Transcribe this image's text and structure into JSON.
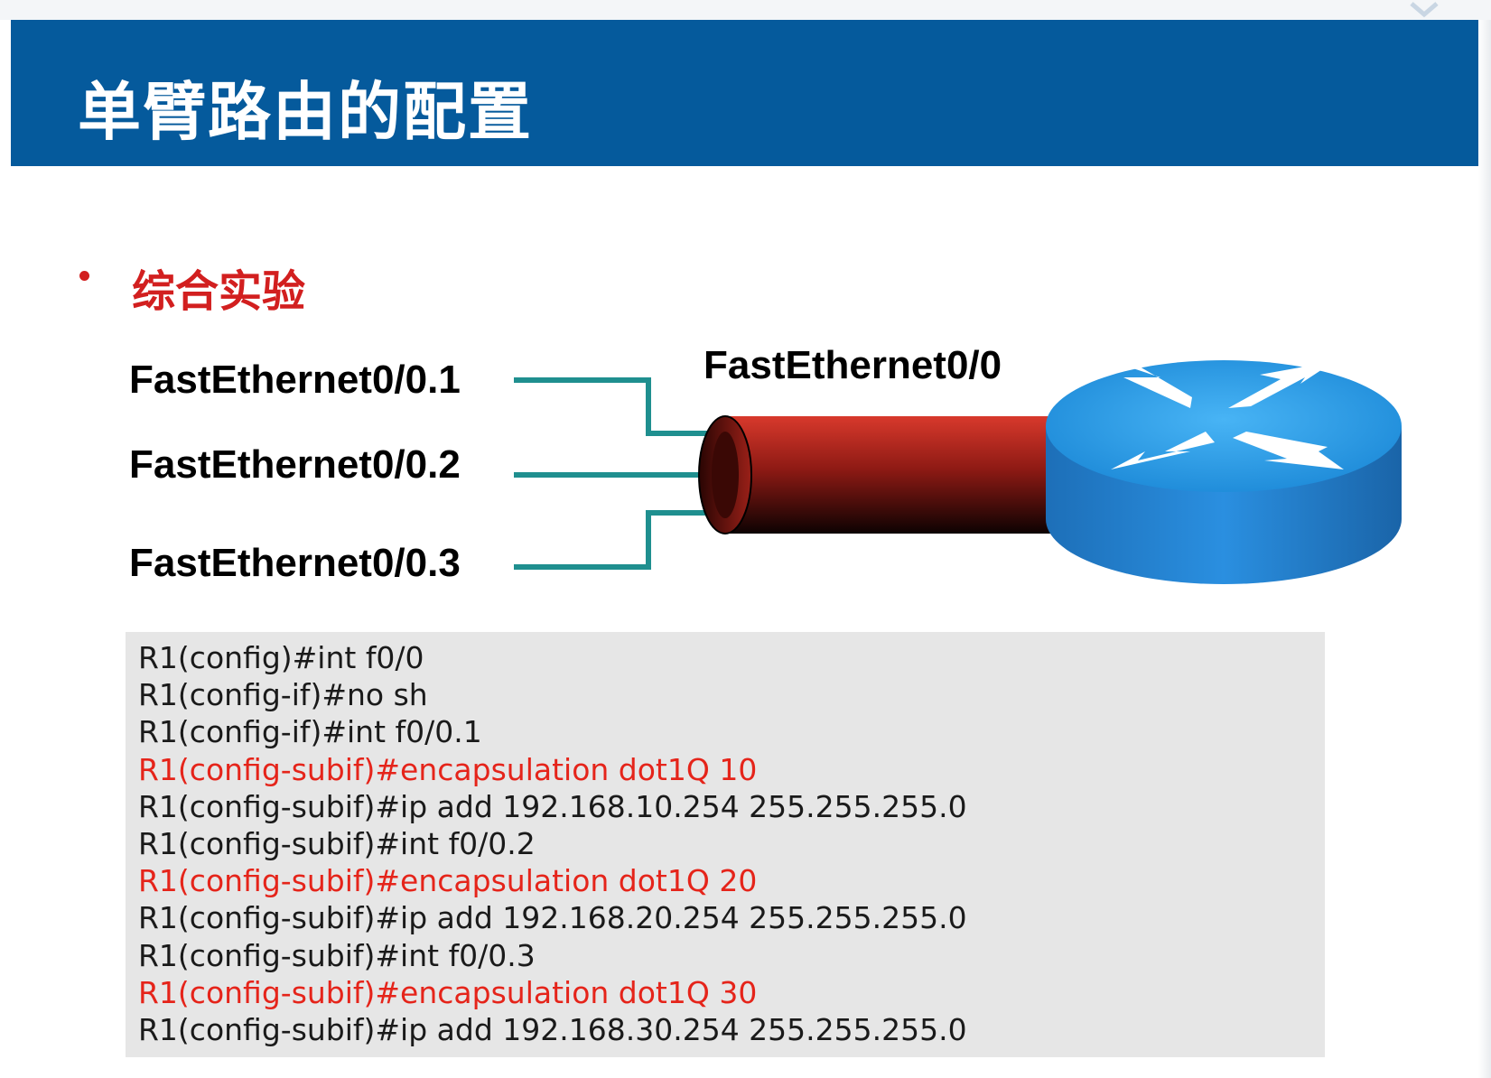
{
  "slide": {
    "title": "单臂路由的配置",
    "bullet": "综合实验"
  },
  "diagram": {
    "sub_interfaces": [
      {
        "label": "FastEthernet0/0.1"
      },
      {
        "label": "FastEthernet0/0.2"
      },
      {
        "label": "FastEthernet0/0.3"
      }
    ],
    "main_interface": "FastEthernet0/0",
    "device": "router-icon",
    "colors": {
      "link_line": "#1f8f8f",
      "trunk_cable": "#b3241c",
      "router_body": "#1e88d6",
      "header_bg": "#055a9c",
      "highlight_text": "#e5241a"
    }
  },
  "config": {
    "lines": [
      {
        "text": "R1(config)#int f0/0",
        "highlight": false
      },
      {
        "text": "R1(config-if)#no sh",
        "highlight": false
      },
      {
        "text": "R1(config-if)#int f0/0.1",
        "highlight": false
      },
      {
        "text": "R1(config-subif)#encapsulation dot1Q 10",
        "highlight": true
      },
      {
        "text": "R1(config-subif)#ip add 192.168.10.254 255.255.255.0",
        "highlight": false
      },
      {
        "text": "R1(config-subif)#int f0/0.2",
        "highlight": false
      },
      {
        "text": "R1(config-subif)#encapsulation dot1Q 20",
        "highlight": true
      },
      {
        "text": "R1(config-subif)#ip add 192.168.20.254 255.255.255.0",
        "highlight": false
      },
      {
        "text": "R1(config-subif)#int f0/0.3",
        "highlight": false
      },
      {
        "text": "R1(config-subif)#encapsulation dot1Q 30",
        "highlight": true
      },
      {
        "text": "R1(config-subif)#ip add 192.168.30.254 255.255.255.0",
        "highlight": false
      }
    ]
  }
}
